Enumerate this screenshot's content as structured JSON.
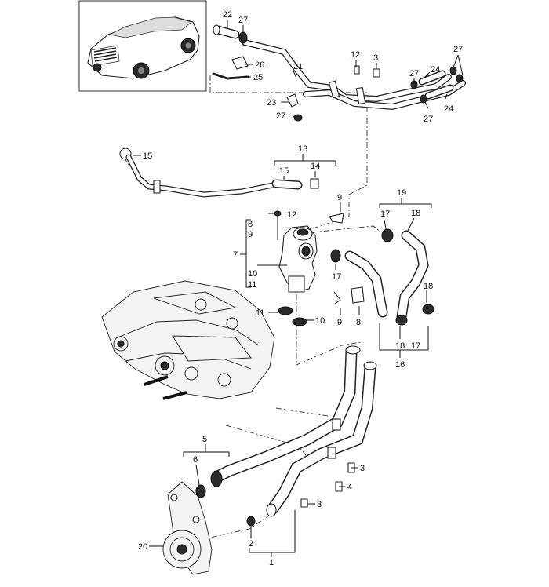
{
  "callouts": [
    {
      "id": "c22",
      "text": "22"
    },
    {
      "id": "c27a",
      "text": "27"
    },
    {
      "id": "c12a",
      "text": "12"
    },
    {
      "id": "c3a",
      "text": "3"
    },
    {
      "id": "c27b",
      "text": "27"
    },
    {
      "id": "c26",
      "text": "26"
    },
    {
      "id": "c21",
      "text": "21"
    },
    {
      "id": "c24a",
      "text": "24"
    },
    {
      "id": "c27c",
      "text": "27"
    },
    {
      "id": "c25",
      "text": "25"
    },
    {
      "id": "c23",
      "text": "23"
    },
    {
      "id": "c27d",
      "text": "27"
    },
    {
      "id": "c27e",
      "text": "27"
    },
    {
      "id": "c24b",
      "text": "24"
    },
    {
      "id": "c15a",
      "text": "15"
    },
    {
      "id": "c13",
      "text": "13"
    },
    {
      "id": "c15b",
      "text": "15"
    },
    {
      "id": "c14",
      "text": "14"
    },
    {
      "id": "c9a",
      "text": "9"
    },
    {
      "id": "c19",
      "text": "19"
    },
    {
      "id": "c12b",
      "text": "12"
    },
    {
      "id": "c17a",
      "text": "17"
    },
    {
      "id": "c18a",
      "text": "18"
    },
    {
      "id": "c8a",
      "text": "8"
    },
    {
      "id": "c9b",
      "text": "9"
    },
    {
      "id": "c7",
      "text": "7"
    },
    {
      "id": "c10a",
      "text": "10"
    },
    {
      "id": "c11a",
      "text": "11"
    },
    {
      "id": "c17b",
      "text": "17"
    },
    {
      "id": "c18b",
      "text": "18"
    },
    {
      "id": "c11b",
      "text": "11"
    },
    {
      "id": "c10b",
      "text": "10"
    },
    {
      "id": "c9c",
      "text": "9"
    },
    {
      "id": "c8b",
      "text": "8"
    },
    {
      "id": "c18c",
      "text": "18"
    },
    {
      "id": "c17c",
      "text": "17"
    },
    {
      "id": "c16",
      "text": "16"
    },
    {
      "id": "c5",
      "text": "5"
    },
    {
      "id": "c6",
      "text": "6"
    },
    {
      "id": "c3b",
      "text": "3"
    },
    {
      "id": "c4",
      "text": "4"
    },
    {
      "id": "c3c",
      "text": "3"
    },
    {
      "id": "c20",
      "text": "20"
    },
    {
      "id": "c2",
      "text": "2"
    },
    {
      "id": "c1",
      "text": "1"
    }
  ]
}
